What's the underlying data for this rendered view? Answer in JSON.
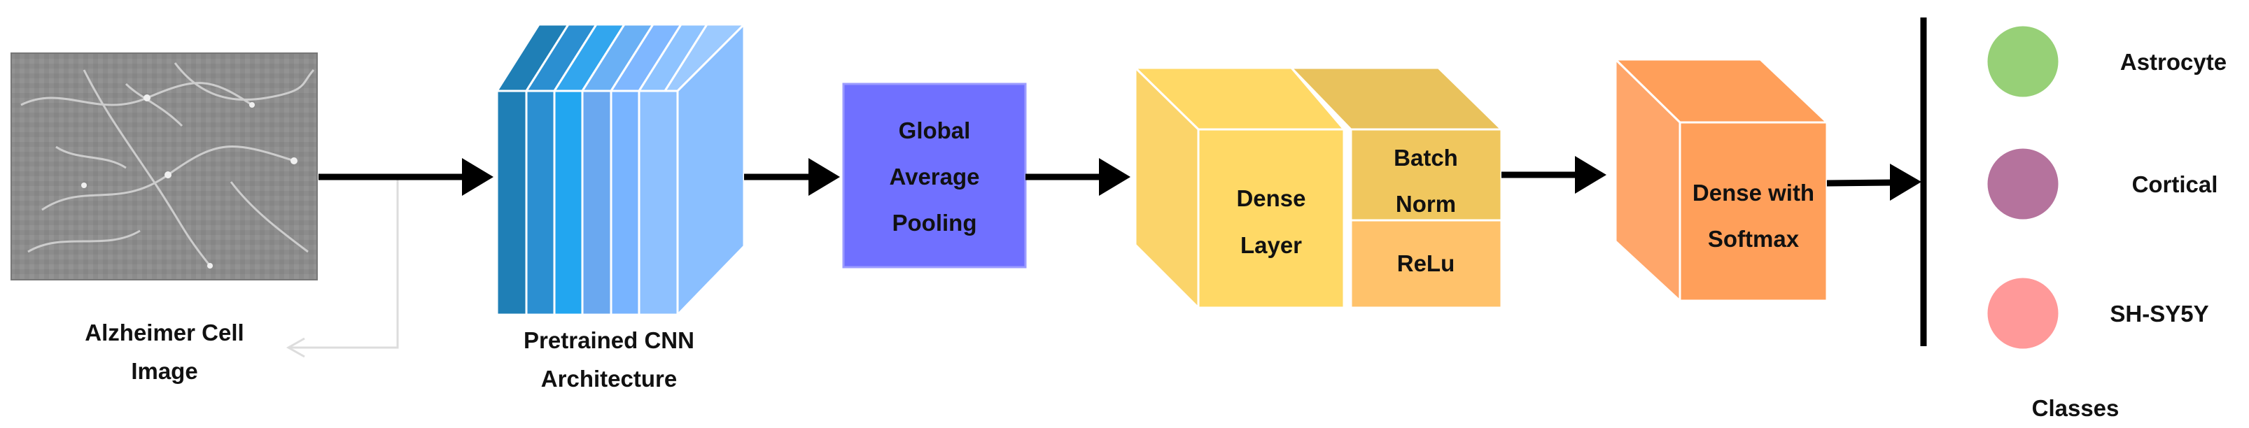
{
  "input": {
    "label_line1": "Alzheimer Cell",
    "label_line2": "Image"
  },
  "cnn": {
    "label_line1": "Pretrained CNN",
    "label_line2": "Architecture"
  },
  "gap": {
    "line1": "Global",
    "line2": "Average",
    "line3": "Pooling"
  },
  "dense": {
    "line1": "Dense",
    "line2": "Layer"
  },
  "batchnorm": {
    "line1": "Batch",
    "line2": "Norm"
  },
  "relu": {
    "label": "ReLu"
  },
  "softmax": {
    "line1": "Dense with",
    "line2": "Softmax"
  },
  "classes": {
    "title": "Classes",
    "items": [
      {
        "label": "Astrocyte",
        "color": "#97d077"
      },
      {
        "label": "Cortical",
        "color": "#b5739d"
      },
      {
        "label": "SH-SY5Y",
        "color": "#ff9999"
      }
    ]
  },
  "colors": {
    "gap_fill": "#7070ff",
    "dense_fill": "#ffd966",
    "batchnorm_fill": "#f0c75e",
    "relu_fill": "#ffc26b",
    "softmax_fill": "#ff9f5a",
    "arrow": "#000000"
  }
}
